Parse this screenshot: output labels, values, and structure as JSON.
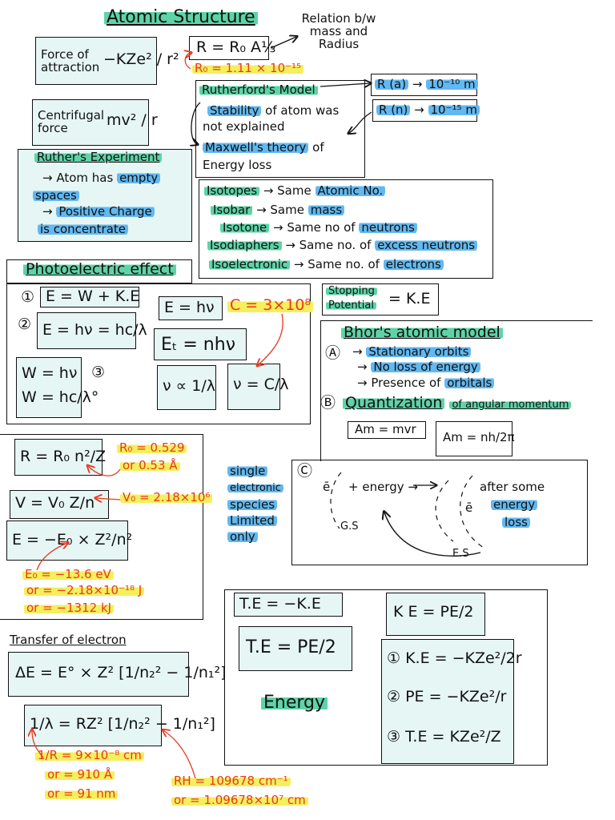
{
  "title": "Atomic Structure",
  "relation": {
    "note": "Relation b/w mass and Radius",
    "formula": "R = R₀ A⅓",
    "r0": "R₀ = 1.11 × 10⁻¹⁵"
  },
  "force_attraction": {
    "label": "Force of attraction",
    "formula": "−KZe² / r²"
  },
  "centrifugal": {
    "label": "Centrifugal force",
    "formula": "mv² / r"
  },
  "rutherford_model": {
    "title": "Rutherford's Model",
    "line1_hl": "Stability",
    "line1_rest": "of atom was",
    "line2": "not explained",
    "line3_hl": "Maxwell's theory",
    "line3_rest": "of",
    "line4": "Energy loss",
    "ra_label": "R (a)",
    "ra_value": "10⁻¹⁰ m",
    "rn_label": "R (n)",
    "rn_value": "10⁻¹⁵ m"
  },
  "ruther_experiment": {
    "title": "Ruther's Experiment",
    "l1a": "→ Atom has",
    "l1b": "empty",
    "l2": "spaces",
    "l3a": "→",
    "l3b": "Positive Charge",
    "l4": "is concentrate"
  },
  "isotopes": [
    {
      "term": "Isotopes",
      "arrow": "→ Same",
      "hl": "Atomic No."
    },
    {
      "term": "Isobar",
      "arrow": "→ Same",
      "hl": "mass"
    },
    {
      "term": "Isotone",
      "arrow": "→ Same no of",
      "hl": "neutrons"
    },
    {
      "term": "Isodiaphers",
      "arrow": "→ Same no. of",
      "hl": "excess neutrons"
    },
    {
      "term": "Isoelectronic",
      "arrow": "→ Same no. of",
      "hl": "electrons"
    }
  ],
  "photoelectric": {
    "title": "Photoelectric effect",
    "n1": "①",
    "f1": "E = W + K.E",
    "n2": "②",
    "f2": "E = hν = hc/λ",
    "f3a": "W = hν",
    "f3b": "W = hc/λ°",
    "n3": "③",
    "f4": "E = hν",
    "c": "C = 3×10⁸",
    "f5": "Eₜ = nhν",
    "f6": "ν ∝ 1/λ",
    "f7": "ν = C/λ"
  },
  "stopping": {
    "label_a": "Stopping",
    "label_b": "Potential",
    "eq": "= K.E"
  },
  "bohr": {
    "title": "Bhor's atomic model",
    "a": "Ⓐ",
    "a1": "→ Stationary orbits",
    "a2": "→ No loss of energy",
    "a3a": "→ Presence of",
    "a3b": "orbitals",
    "b": "Ⓑ",
    "b_title_a": "Quantization",
    "b_title_b": "of angular momentum",
    "am1": "Am = mvr",
    "am2": "Am = nh/2π",
    "c": "Ⓒ",
    "c_energy": "+ energy →",
    "c_after": "after some",
    "c_energy2": "energy",
    "c_loss": "loss",
    "gs": "G.S",
    "es": "E.S",
    "single": [
      "single",
      "electronic",
      "species",
      "Limited",
      "only"
    ]
  },
  "radius": {
    "f": "R = R₀ n²/Z",
    "r0a": "R₀ = 0.529",
    "r0b": "or 0.53 Å"
  },
  "velocity": {
    "f": "V = V₀ Z/n",
    "v0": "V₀ = 2.18×10⁶"
  },
  "energy_eq": {
    "f": "E = −E₀ × Z²/n²",
    "e0": "E₀ = −13.6 eV",
    "or1": "or = −2.18×10⁻¹⁸ J",
    "or2": "or = −1312 kJ"
  },
  "transfer": {
    "title": "Transfer of electron",
    "f1": "ΔE = E° × Z² [1/n₂² − 1/n₁²]",
    "f2": "1/λ = RZ² [1/n₂² − 1/n₁²]",
    "r1": "1/R = 9×10⁻⁸ cm",
    "r2": "or = 910 Å",
    "r3": "or = 91 nm",
    "rh1": "RH = 109678 cm⁻¹",
    "rh2": "or = 1.09678×10⁷ cm"
  },
  "energy_box": {
    "te1": "T.E = −K.E",
    "te2": "T.E = PE/2",
    "ke": "K E = PE/2",
    "label": "Energy",
    "i1": "① K.E = −KZe²/2r",
    "i2": "② PE = −KZe²/r",
    "i3": "③ T.E = KZe²/Z"
  }
}
